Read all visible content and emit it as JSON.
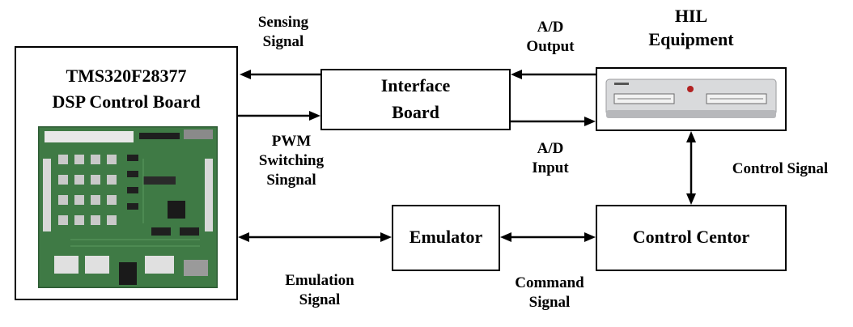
{
  "dsp_board": {
    "line1": "TMS320F28377",
    "line2": "DSP Control Board",
    "image": "dsp-pcb-photo"
  },
  "interface_board": {
    "line1": "Interface",
    "line2": "Board"
  },
  "hil": {
    "line1": "HIL",
    "line2": "Equipment",
    "image": "hil-device-photo"
  },
  "emulator": {
    "label": "Emulator"
  },
  "control_center": {
    "label": "Control Centor"
  },
  "signals": {
    "sensing": {
      "line1": "Sensing",
      "line2": "Signal"
    },
    "pwm": {
      "line1": "PWM",
      "line2": "Switching",
      "line3": "Singnal"
    },
    "ad_output": {
      "line1": "A/D",
      "line2": "Output"
    },
    "ad_input": {
      "line1": "A/D",
      "line2": "Input"
    },
    "control": {
      "label": "Control Signal"
    },
    "emulation": {
      "line1": "Emulation",
      "line2": "Signal"
    },
    "command": {
      "line1": "Command",
      "line2": "Signal"
    }
  },
  "colors": {
    "pcb_green": "#3f7a45",
    "pcb_dark": "#2c5a33",
    "device_silver": "#d9dadc"
  }
}
